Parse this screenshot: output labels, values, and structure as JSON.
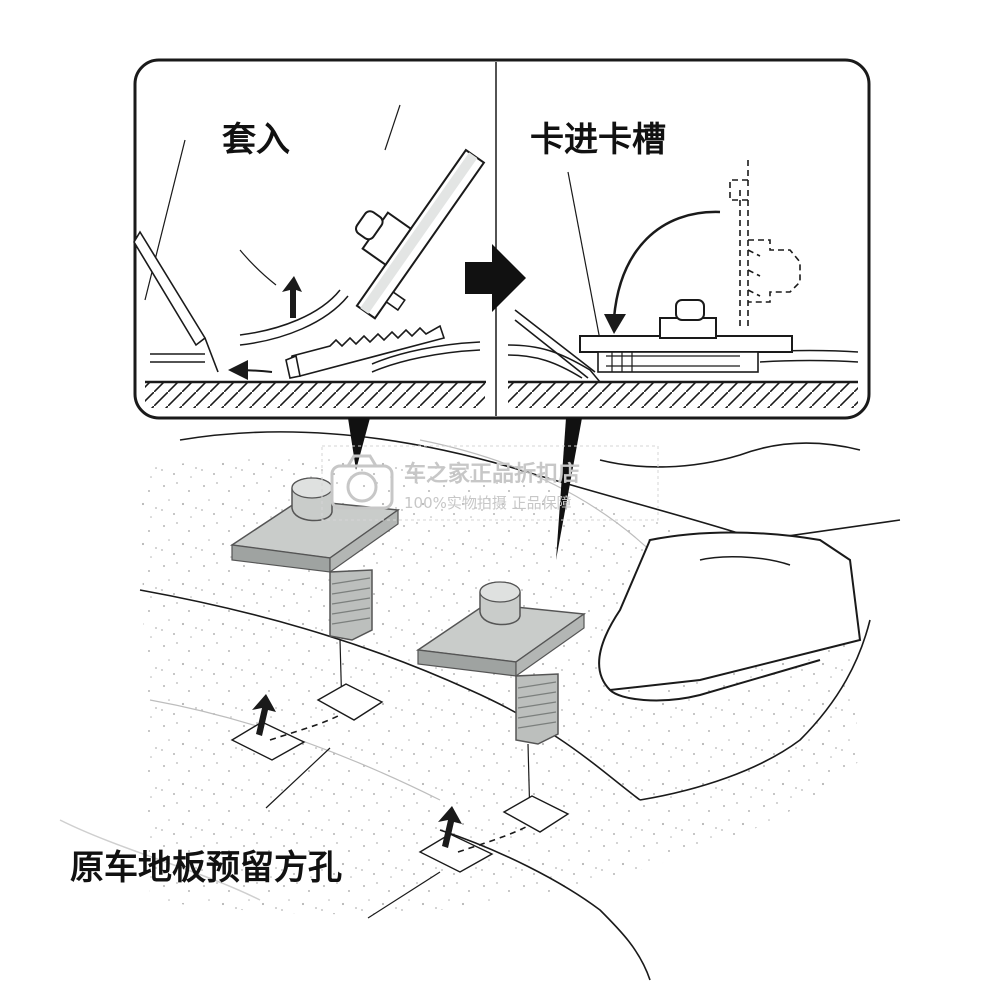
{
  "panel": {
    "step1_label": "套入",
    "step2_label": "卡进卡槽"
  },
  "bottom_label": "原车地板预留方孔",
  "watermark": {
    "line1": "车之家正品折扣店",
    "line2": "100%实物拍摄  正品保障"
  },
  "colors": {
    "line": "#1a1a1a",
    "clip_fill": "#c9ccca",
    "clip_dark": "#9fa3a1",
    "speckle": "#b5b5b5",
    "watermark": "#c7c7c7"
  }
}
